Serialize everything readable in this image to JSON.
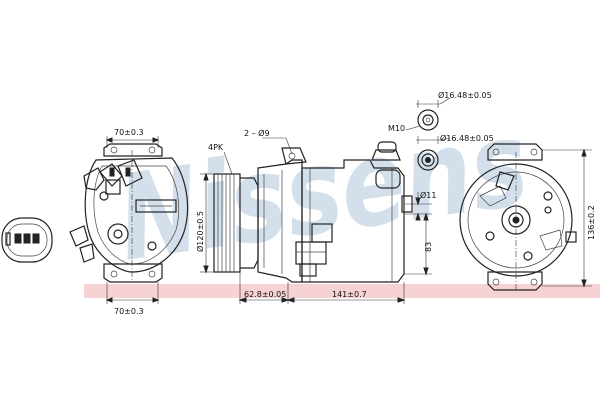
{
  "watermark": {
    "text": "Nissens",
    "reg_mark": "®",
    "band_color": "#f7d2d4",
    "text_color": "#c5d6e6"
  },
  "dimensions": {
    "w70_top": "70±0.3",
    "w70_bottom": "70±0.3",
    "belt": "4PK",
    "holes": "2 – Ø9",
    "pulley_dia": "Ø120±0.5",
    "offset": "62.8±0.05",
    "length": "141±0.7",
    "port_top": "Ø16.48±0.05",
    "port_bottom": "Ø16.48±0.05",
    "thread": "M10",
    "bolt": "Ø11",
    "h83": "83",
    "h136": "136±0.2"
  }
}
